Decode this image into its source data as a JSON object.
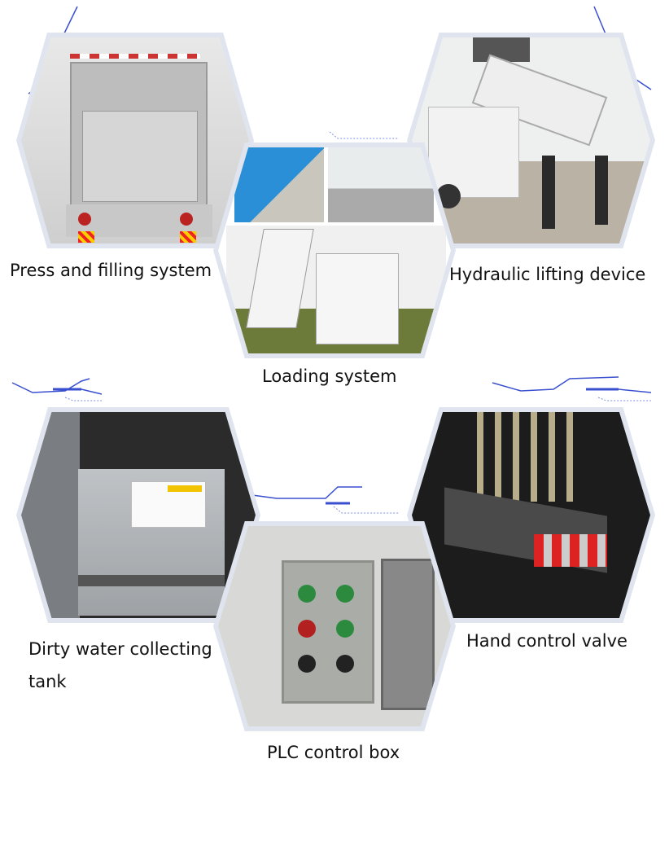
{
  "sections": [
    {
      "label": "Press and filling system"
    },
    {
      "label": "Loading system"
    },
    {
      "label": "Hydraulic lifting device"
    },
    {
      "label": "Dirty water collecting",
      "label2": "tank"
    },
    {
      "label": "PLC control box"
    },
    {
      "label": "Hand control valve"
    }
  ],
  "colors": {
    "accent": "#3a4fd0",
    "frame": "#dfe4ee"
  }
}
